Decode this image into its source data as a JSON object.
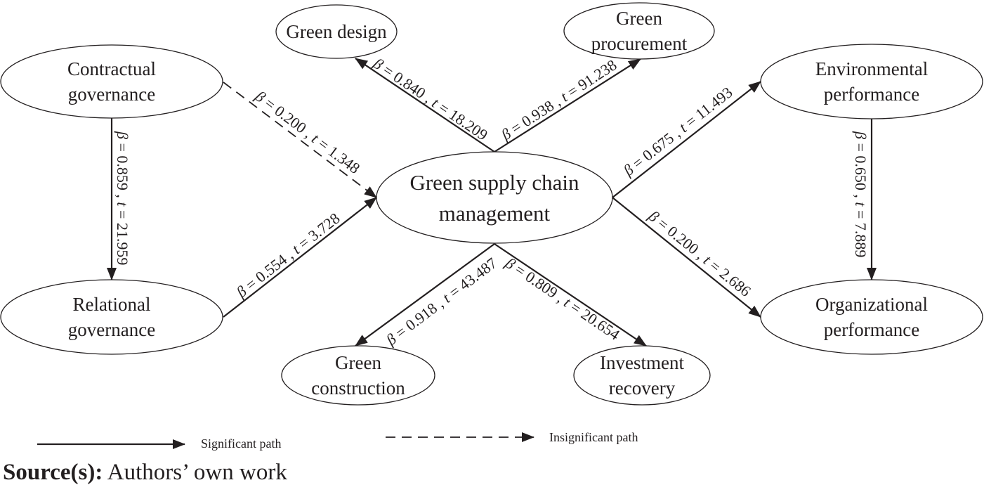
{
  "diagram": {
    "nodes": [
      {
        "id": "contractual",
        "lines": [
          "Contractual",
          "governance"
        ]
      },
      {
        "id": "relational",
        "lines": [
          "Relational",
          "governance"
        ]
      },
      {
        "id": "gscm",
        "lines": [
          "Green supply chain",
          "management"
        ]
      },
      {
        "id": "design",
        "lines": [
          "Green design"
        ]
      },
      {
        "id": "procurement",
        "lines": [
          "Green",
          "procurement"
        ]
      },
      {
        "id": "construction",
        "lines": [
          "Green",
          "construction"
        ]
      },
      {
        "id": "recovery",
        "lines": [
          "Investment",
          "recovery"
        ]
      },
      {
        "id": "environmental",
        "lines": [
          "Environmental",
          "performance"
        ]
      },
      {
        "id": "organizational",
        "lines": [
          "Organizational",
          "performance"
        ]
      }
    ],
    "edges": [
      {
        "from": "contractual",
        "to": "relational",
        "beta": "0.859",
        "t": "21.959",
        "significant": true
      },
      {
        "from": "contractual",
        "to": "gscm",
        "beta": "0.200",
        "t": "1.348",
        "significant": false
      },
      {
        "from": "relational",
        "to": "gscm",
        "beta": "0.554",
        "t": "3.728",
        "significant": true
      },
      {
        "from": "gscm",
        "to": "design",
        "beta": "0.840",
        "t": "18.209",
        "significant": true
      },
      {
        "from": "gscm",
        "to": "procurement",
        "beta": "0.938",
        "t": "91.238",
        "significant": true
      },
      {
        "from": "gscm",
        "to": "construction",
        "beta": "0.918",
        "t": "43.487",
        "significant": true
      },
      {
        "from": "gscm",
        "to": "recovery",
        "beta": "0.809",
        "t": "20.654",
        "significant": true
      },
      {
        "from": "gscm",
        "to": "environmental",
        "beta": "0.675",
        "t": "11.493",
        "significant": true
      },
      {
        "from": "gscm",
        "to": "organizational",
        "beta": "0.200",
        "t": "2.686",
        "significant": true
      },
      {
        "from": "environmental",
        "to": "organizational",
        "beta": "0.650",
        "t": "7.889",
        "significant": true
      }
    ],
    "symbols": {
      "beta": "β",
      "t": "t",
      "eq": " = ",
      "sep": " , "
    }
  },
  "legend": {
    "significant_label": "Significant path",
    "insignificant_label": "Insignificant path"
  },
  "source": {
    "label": "Source(s):",
    "text": " Authors’ own work"
  }
}
